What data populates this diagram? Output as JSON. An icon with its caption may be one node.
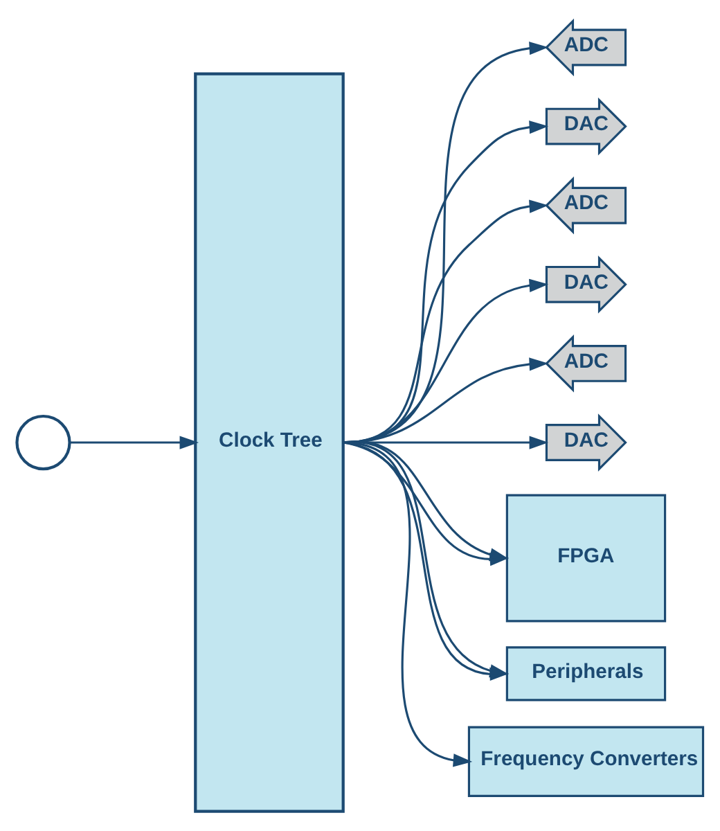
{
  "diagram": {
    "nodes": [
      {
        "text": [],
        "shape": "circle"
      },
      {
        "text": [
          "Clock Tree"
        ]
      },
      {
        "text": [
          "ADC"
        ]
      },
      {
        "text": [
          "DAC"
        ]
      },
      {
        "text": [
          "ADC"
        ]
      },
      {
        "text": [
          "DAC"
        ]
      },
      {
        "text": [
          "ADC"
        ]
      },
      {
        "text": [
          "DAC"
        ]
      },
      {
        "text": [
          "FPGA"
        ]
      },
      {
        "text": [
          "Peripherals"
        ]
      },
      {
        "text": [
          "Frequency Converters"
        ]
      }
    ],
    "edges": [
      {
        "from": 0,
        "to": 1,
        "arrow": "to"
      },
      {
        "from": 1,
        "to": 2,
        "arrow": "to"
      },
      {
        "from": 1,
        "to": 3,
        "arrow": "to"
      },
      {
        "from": 1,
        "to": 4,
        "arrow": "to"
      },
      {
        "from": 1,
        "to": 5,
        "arrow": "to"
      },
      {
        "from": 1,
        "to": 6,
        "arrow": "to"
      },
      {
        "from": 1,
        "to": 7,
        "arrow": "to"
      },
      {
        "from": 1,
        "to": 8,
        "arrow": "to"
      },
      {
        "from": 1,
        "to": 8,
        "arrow": "to"
      },
      {
        "from": 1,
        "to": 9,
        "arrow": "to"
      },
      {
        "from": 1,
        "to": 9,
        "arrow": "to"
      },
      {
        "from": 1,
        "to": 10,
        "arrow": "to"
      }
    ]
  }
}
